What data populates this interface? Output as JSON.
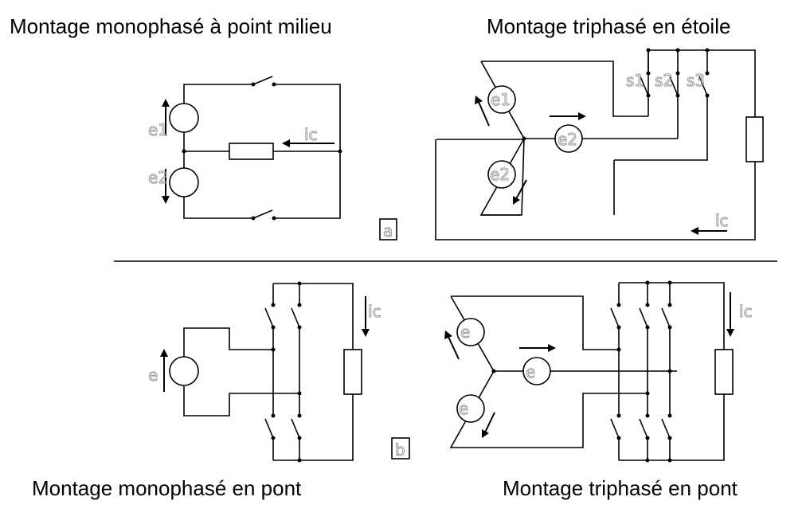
{
  "titles": {
    "single_phase_midpoint": "Montage monophasé à point milieu",
    "three_phase_star": "Montage triphasé en étoile",
    "single_phase_bridge": "Montage monophasé en pont",
    "three_phase_bridge": "Montage triphasé en pont"
  },
  "labels": {
    "e1": "e1",
    "e2": "e2",
    "e": "e",
    "ic": "ic",
    "s1": "s1",
    "s2": "s2",
    "s3": "s3",
    "a": "a",
    "b": "b"
  },
  "colors": {
    "wire": "#000000",
    "label_outline": "#9a9a9a",
    "background": "#ffffff"
  }
}
